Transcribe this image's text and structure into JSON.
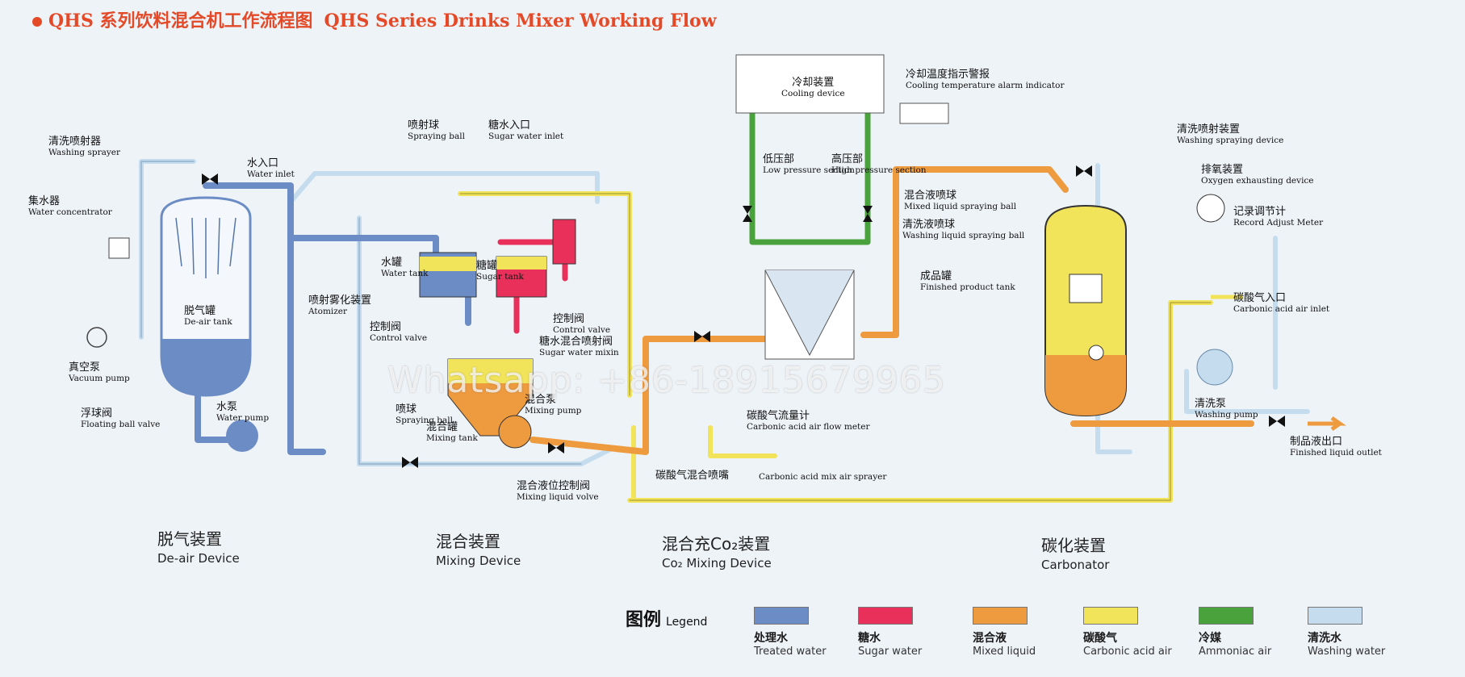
{
  "title": {
    "zh": "QHS 系列饮料混合机工作流程图",
    "en": "QHS Series Drinks Mixer Working Flow"
  },
  "labels": {
    "washing_sprayer": {
      "zh": "清洗喷射器",
      "en": "Washing sprayer"
    },
    "water_concentrator": {
      "zh": "集水器",
      "en": "Water concentrator"
    },
    "water_inlet": {
      "zh": "水入口",
      "en": "Water inlet"
    },
    "vacuum_pump": {
      "zh": "真空泵",
      "en": "Vacuum pump"
    },
    "de_air_tank": {
      "zh": "脱气罐",
      "en": "De-air tank"
    },
    "floating_ball_valve": {
      "zh": "浮球阀",
      "en": "Floating ball valve"
    },
    "water_pump": {
      "zh": "水泵",
      "en": "Water pump"
    },
    "atomizer": {
      "zh": "喷射雾化装置",
      "en": "Atomizer"
    },
    "spraying_ball_top": {
      "zh": "喷射球",
      "en": "Spraying ball"
    },
    "sugar_water_inlet": {
      "zh": "糖水入口",
      "en": "Sugar water inlet"
    },
    "water_tank": {
      "zh": "水罐",
      "en": "Water tank"
    },
    "sugar_tank": {
      "zh": "糖罐",
      "en": "Sugar tank"
    },
    "control_valve_left": {
      "zh": "控制阀",
      "en": "Control valve"
    },
    "control_valve_right": {
      "zh": "控制阀",
      "en": "Control valve"
    },
    "sugar_water_mixing": {
      "zh": "糖水混合喷射阀",
      "en": "Sugar water mixin"
    },
    "spraying_ball_low": {
      "zh": "喷球",
      "en": "Spraying ball"
    },
    "mixing_tank": {
      "zh": "混合罐",
      "en": "Mixing tank"
    },
    "mixing_pump": {
      "zh": "混合泵",
      "en": "Mixing pump"
    },
    "mixing_liquid_valve": {
      "zh": "混合液位控制阀",
      "en": "Mixing liquid volve"
    },
    "cooling_device": {
      "zh": "冷却装置",
      "en": "Cooling device"
    },
    "cooling_alarm": {
      "zh": "冷却温度指示警报",
      "en": "Cooling temperature alarm indicator"
    },
    "low_pressure": {
      "zh": "低压部",
      "en": "Low pressure section"
    },
    "high_pressure": {
      "zh": "高压部",
      "en": "High pressure section"
    },
    "co2_flow_meter": {
      "zh": "碳酸气流量计",
      "en": "Carbonic acid air flow meter"
    },
    "co2_mix_nozzle": {
      "zh": "碳酸气混合喷嘴",
      "en": "Carbonic acid mix air sprayer"
    },
    "washing_spraying_device": {
      "zh": "清洗喷射装置",
      "en": "Washing spraying device"
    },
    "oxygen_exhausting": {
      "zh": "排氧装置",
      "en": "Oxygen exhausting device"
    },
    "record_meter": {
      "zh": "记录调节计",
      "en": "Record Adjust Meter"
    },
    "mixed_liquid_ball": {
      "zh": "混合液喷球",
      "en": "Mixed liquid spraying ball"
    },
    "washing_liquid_ball": {
      "zh": "清洗液喷球",
      "en": "Washing liquid spraying ball"
    },
    "finished_product_tank": {
      "zh": "成品罐",
      "en": "Finished product tank"
    },
    "co2_inlet": {
      "zh": "碳酸气入口",
      "en": "Carbonic acid air inlet"
    },
    "washing_pump": {
      "zh": "清洗泵",
      "en": "Washing pump"
    },
    "finished_outlet": {
      "zh": "制品液出口",
      "en": "Finished liquid outlet"
    }
  },
  "sections": [
    {
      "zh": "脱气装置",
      "en": "De-air Device"
    },
    {
      "zh": "混合装置",
      "en": "Mixing Device"
    },
    {
      "zh": "混合充Co₂装置",
      "en": "Co₂ Mixing Device"
    },
    {
      "zh": "碳化装置",
      "en": "Carbonator"
    }
  ],
  "legend": {
    "title": {
      "zh": "图例",
      "en": "Legend"
    },
    "items": [
      {
        "zh": "处理水",
        "en": "Treated water",
        "color": "#6b8cc4"
      },
      {
        "zh": "糖水",
        "en": "Sugar water",
        "color": "#e8305a"
      },
      {
        "zh": "混合液",
        "en": "Mixed liquid",
        "color": "#ee9a3e"
      },
      {
        "zh": "碳酸气",
        "en": "Carbonic acid air",
        "color": "#f1e35a"
      },
      {
        "zh": "冷媒",
        "en": "Ammoniac air",
        "color": "#4aa23c"
      },
      {
        "zh": "清洗水",
        "en": "Washing water",
        "color": "#c5dcee"
      }
    ]
  },
  "watermark": "Whatsapp: +86-18915679965"
}
